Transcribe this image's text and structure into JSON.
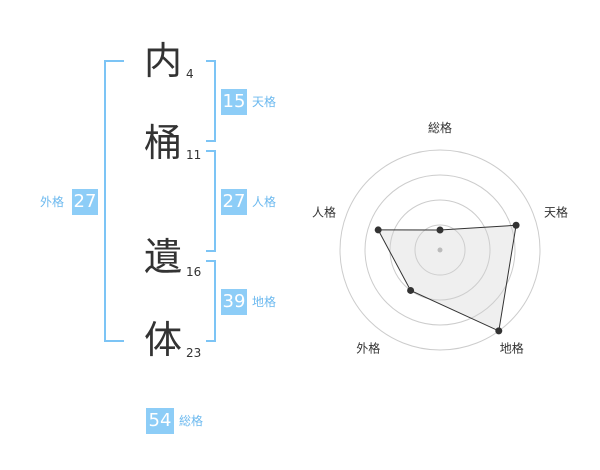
{
  "name": {
    "chars": [
      {
        "char": "内",
        "strokes": "4"
      },
      {
        "char": "桶",
        "strokes": "11"
      },
      {
        "char": "遺",
        "strokes": "16"
      },
      {
        "char": "体",
        "strokes": "23"
      }
    ]
  },
  "kakusu": {
    "tenkaku": {
      "value": "15",
      "label": "天格"
    },
    "jinkaku": {
      "value": "27",
      "label": "人格"
    },
    "chikaku": {
      "value": "39",
      "label": "地格"
    },
    "gaikaku": {
      "value": "27",
      "label": "外格"
    },
    "soukaku": {
      "value": "54",
      "label": "総格"
    }
  },
  "colors": {
    "accent": "#8dcdf7",
    "bracket": "#7cc4f5",
    "text": "#333333"
  },
  "chart_data": {
    "type": "radar",
    "axes": [
      "総格",
      "天格",
      "地格",
      "外格",
      "人格"
    ],
    "values": [
      0.2,
      0.8,
      1.0,
      0.5,
      0.65
    ],
    "max": 1.0,
    "rings": 4
  }
}
